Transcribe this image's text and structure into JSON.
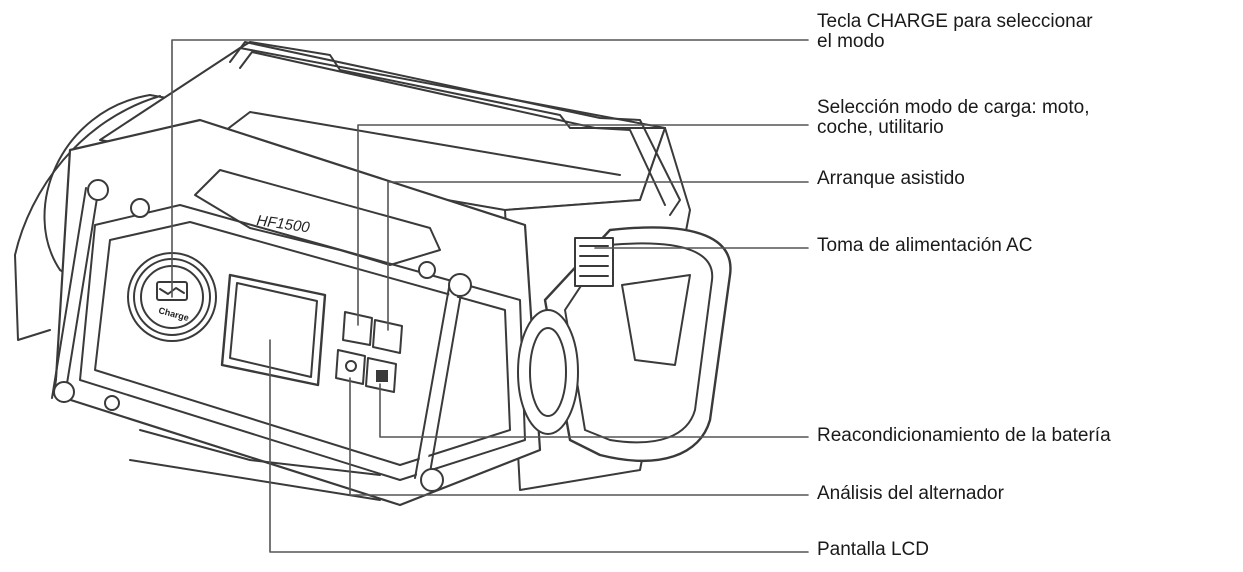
{
  "device": {
    "model_label": "HF1500",
    "button_label": "Charge"
  },
  "labels": {
    "charge_key": {
      "line1": "Tecla CHARGE para seleccionar",
      "line2": "el modo"
    },
    "charge_mode": {
      "line1": "Selección modo de carga: moto,",
      "line2": "coche, utilitario"
    },
    "assisted_start": "Arranque asistido",
    "ac_socket": "Toma de alimentación AC",
    "reconditioning": "Reacondicionamiento de la batería",
    "alternator": "Análisis del alternador",
    "lcd": "Pantalla LCD"
  },
  "colors": {
    "stroke": "#3a3a3a",
    "leader": "#555555",
    "fill": "#ffffff",
    "text": "#1a1a1a"
  }
}
